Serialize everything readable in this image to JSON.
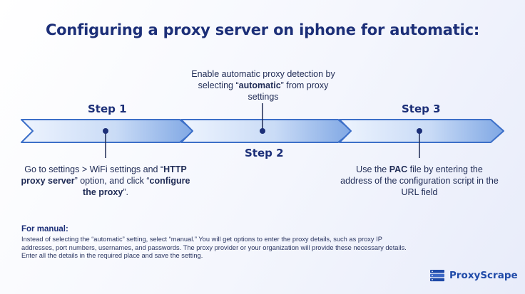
{
  "title": "Configuring a proxy server on iphone for automatic:",
  "steps": [
    {
      "label": "Step 1",
      "desc_parts": [
        {
          "t": "Go to settings > WiFi settings and “"
        },
        {
          "t": "HTTP proxy server",
          "b": true
        },
        {
          "t": "” option, and click “"
        },
        {
          "t": "configure the proxy",
          "b": true
        },
        {
          "t": "”."
        }
      ]
    },
    {
      "label": "Step 2",
      "desc_parts": [
        {
          "t": "Enable automatic proxy detection by selecting “"
        },
        {
          "t": "automatic",
          "b": true
        },
        {
          "t": "” from proxy settings"
        }
      ]
    },
    {
      "label": "Step 3",
      "desc_parts": [
        {
          "t": "Use the "
        },
        {
          "t": "PAC",
          "b": true
        },
        {
          "t": " file by entering the address of the configuration script in the URL field"
        }
      ]
    }
  ],
  "manual": {
    "heading": "For manual:",
    "body": "Instead of selecting the “automatic” setting, select “manual.” You will get options to enter the proxy details, such as proxy IP addresses, port numbers, usernames, and passwords. The proxy provider or your organization will provide these necessary details. Enter all the details in the required place and save the setting."
  },
  "logo": {
    "text": "ProxyScrape",
    "icon": "server-stack-icon"
  },
  "colors": {
    "title": "#1c2f78",
    "arrow_stroke": "#3c6fc8",
    "arrow_fill_light": "#e4eefc",
    "arrow_fill_dark": "#7fa7e4",
    "brand": "#1f4aa8"
  }
}
